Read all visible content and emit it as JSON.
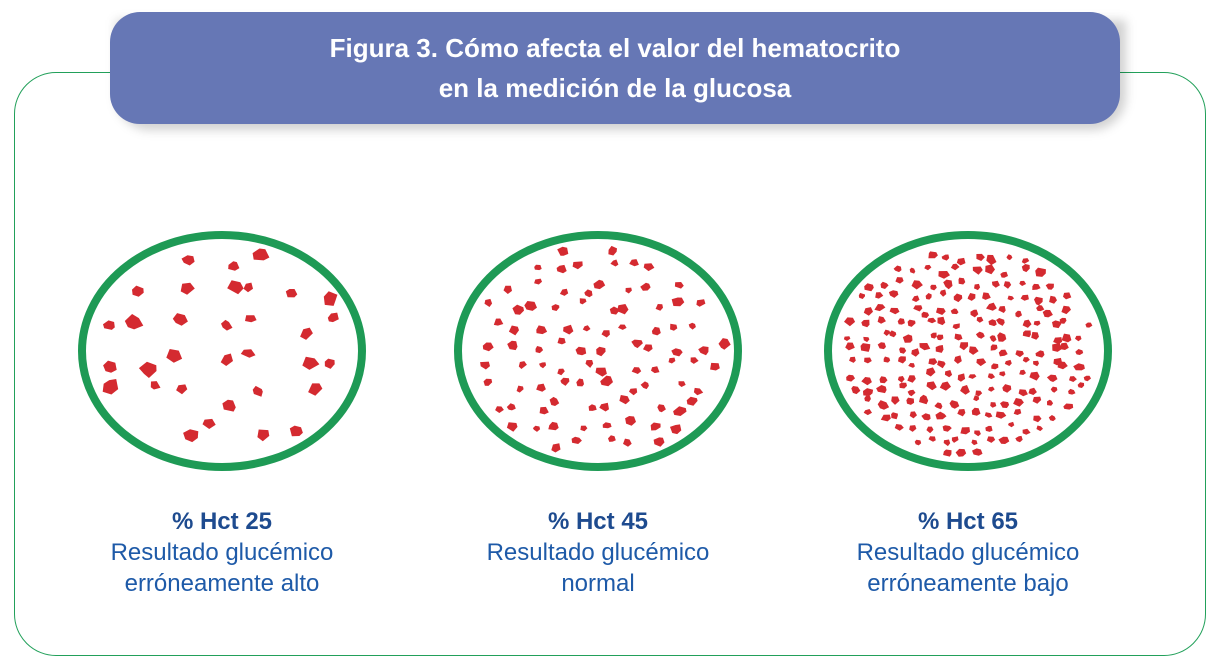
{
  "title": {
    "line1": "Figura 3. Cómo afecta el valor del hematocrito",
    "line2": "en la medición de la glucosa"
  },
  "colors": {
    "banner": "#6677b5",
    "frame": "#22a05a",
    "ellipse_stroke": "#1e9a55",
    "cell": "#d42a30",
    "caption": "#1e5aa8"
  },
  "panels": [
    {
      "hct_label": "% Hct 25",
      "line1": "Resultado glucémico",
      "line2": "erróneamente alto",
      "density": 0.25
    },
    {
      "hct_label": "% Hct 45",
      "line1": "Resultado glucémico",
      "line2": "normal",
      "density": 0.45
    },
    {
      "hct_label": "% Hct 65",
      "line1": "Resultado glucémico",
      "line2": "erróneamente bajo",
      "density": 0.65
    }
  ]
}
